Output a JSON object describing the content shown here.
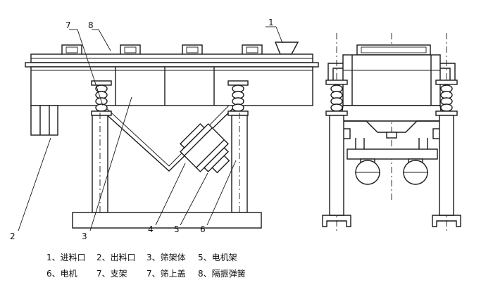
{
  "callouts": {
    "c1": "1",
    "c2": "2",
    "c3": "3",
    "c4": "4",
    "c5": "5",
    "c6": "6",
    "c7": "7",
    "c8": "8"
  },
  "legend": {
    "item1": "1、进料口",
    "item2": "2、出料口",
    "item3": "3、筛架体",
    "item4": "5、电机架",
    "item5": "6、电机",
    "item6": "7、支架",
    "item7": "7、筛上盖",
    "item8": "8、隔振弹簧"
  }
}
